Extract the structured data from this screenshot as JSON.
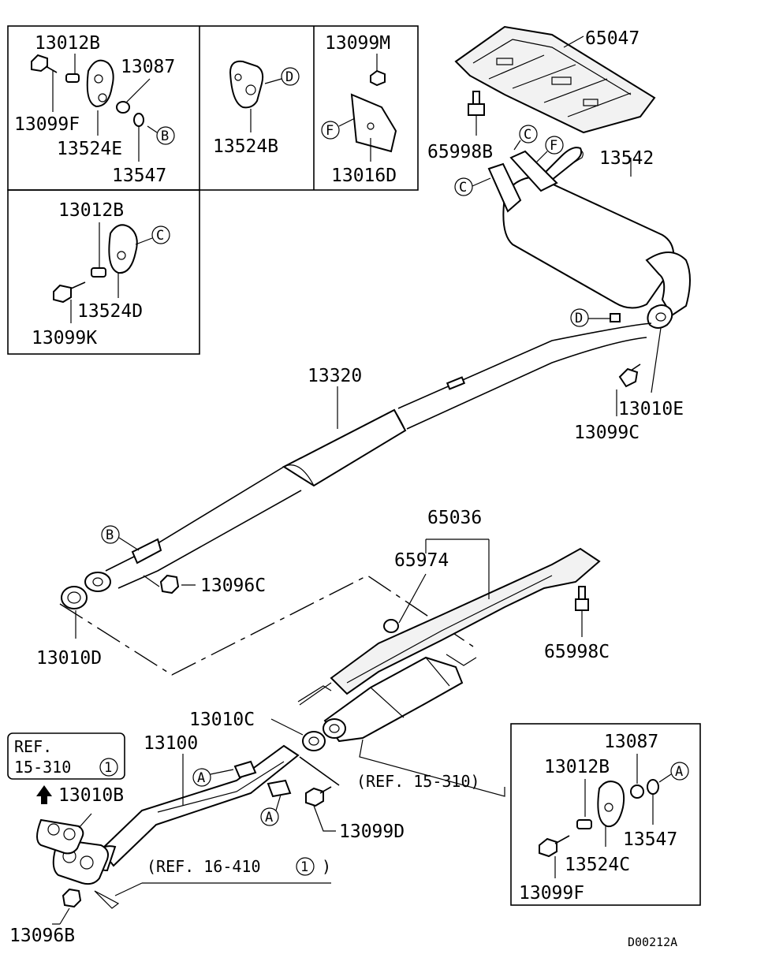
{
  "figure_code": "D00212A",
  "boxes": {
    "b1": {
      "p13012B": "13012B",
      "p13087": "13087",
      "p13099F": "13099F",
      "p13524E": "13524E",
      "p13547": "13547",
      "callout": "B"
    },
    "b2": {
      "p13524B": "13524B",
      "callout": "D"
    },
    "b3": {
      "p13099M": "13099M",
      "p13016D": "13016D",
      "callout": "F"
    },
    "b4": {
      "p13012B": "13012B",
      "p13524D": "13524D",
      "p13099K": "13099K",
      "callout": "C"
    },
    "b5": {
      "p13087": "13087",
      "p13012B": "13012B",
      "p13547": "13547",
      "p13524C": "13524C",
      "p13099F": "13099F",
      "callout": "A"
    }
  },
  "parts": {
    "p65047": "65047",
    "p65998B": "65998B",
    "p13542": "13542",
    "p13010E": "13010E",
    "p13099C": "13099C",
    "p13320": "13320",
    "p13096C": "13096C",
    "p13010D": "13010D",
    "p65036": "65036",
    "p65974": "65974",
    "p65998C": "65998C",
    "p13010C": "13010C",
    "p13100": "13100",
    "p13010B": "13010B",
    "p13099D": "13099D",
    "p13096B": "13096B"
  },
  "callouts": {
    "c1": "C",
    "c2": "F",
    "c3": "C",
    "c4": "D",
    "c5": "B",
    "c6": "A",
    "c7": "A"
  },
  "refs": {
    "ref_box_line1": "REF.",
    "ref_box_line2": "15-310",
    "ref_box_num": "1",
    "ref_cat": "(REF. 15-310)",
    "ref_exh_pre": "(REF. 16-410",
    "ref_exh_num": "1",
    "ref_exh_post": ")"
  }
}
